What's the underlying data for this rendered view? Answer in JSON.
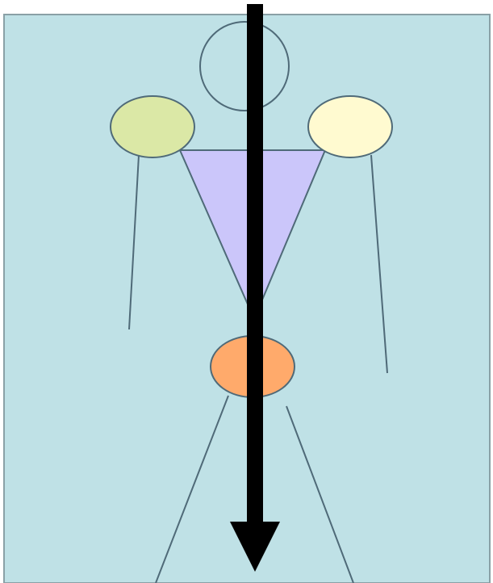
{
  "diagram": {
    "colors": {
      "page": "#ffffff",
      "panel_fill": "#bfe1e6",
      "panel_border": "#8aa0a6",
      "line": "#4f6a78",
      "head_fill": "none",
      "left_shoulder_fill": "#dbe8a6",
      "right_shoulder_fill": "#fffad0",
      "torso_fill": "#cbc6fa",
      "hip_fill": "#ffaa6b",
      "arrow": "#000000"
    },
    "parts": [
      "head",
      "left-shoulder",
      "right-shoulder",
      "torso",
      "left-arm",
      "right-arm",
      "hip",
      "left-leg",
      "right-leg"
    ],
    "arrow": {
      "direction": "down"
    }
  }
}
